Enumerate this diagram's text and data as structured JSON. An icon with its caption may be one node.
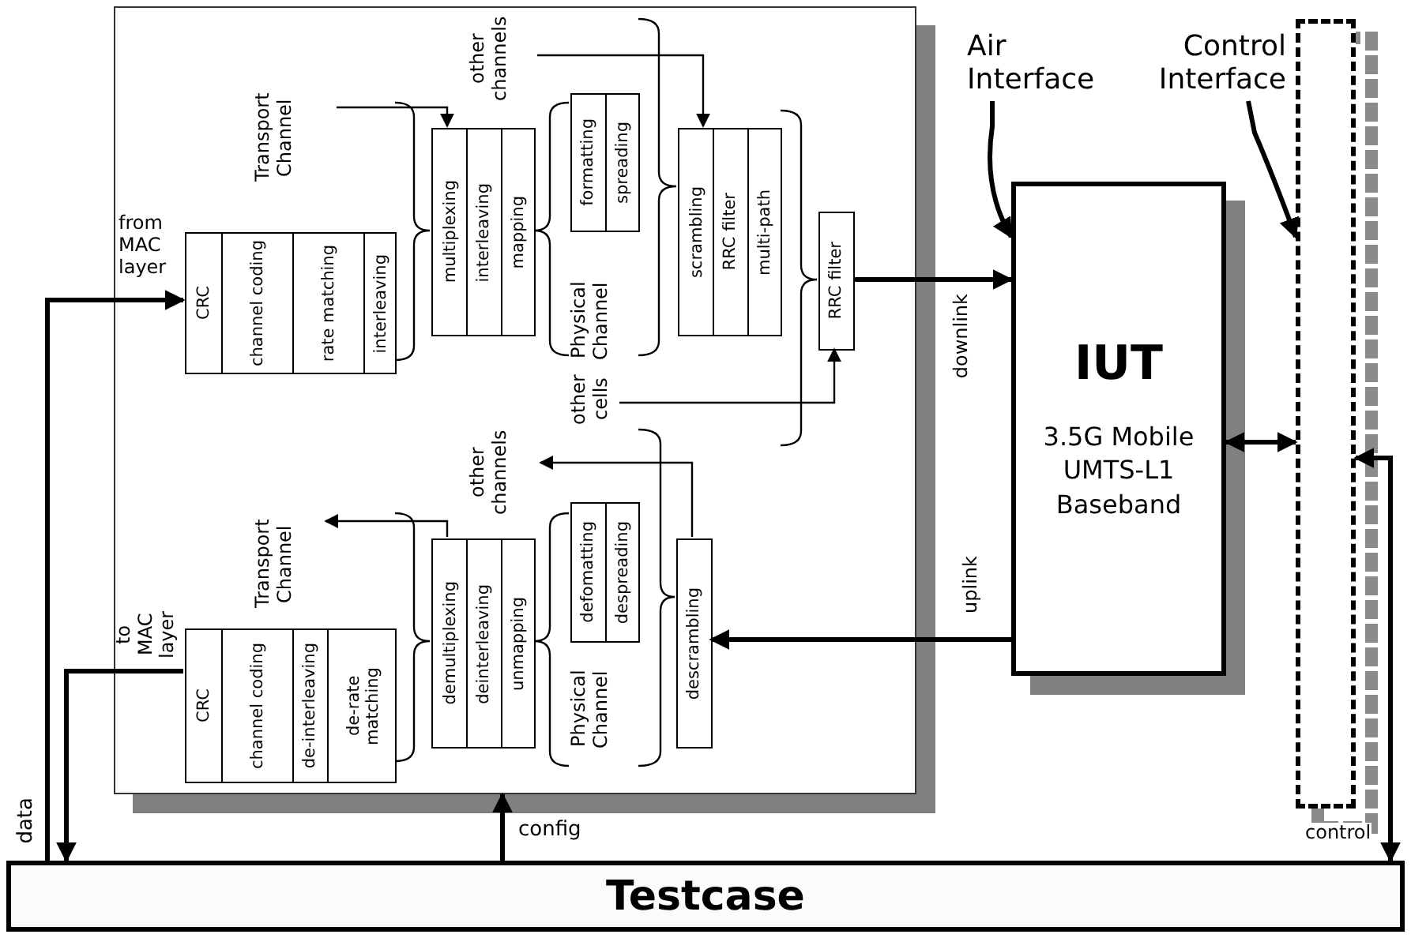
{
  "diagram": {
    "nodes": [
      {
        "text": [],
        "shape": "box"
      },
      {
        "text": [
          "CRC",
          "channel coding",
          "rate matching",
          "interleaving"
        ],
        "in": 0
      },
      {
        "text": [
          "multiplexing",
          "interleaving",
          "mapping"
        ],
        "in": 0
      },
      {
        "text": [
          "formatting",
          "spreading"
        ],
        "in": 0
      },
      {
        "text": [
          "scrambling",
          "RRC filter",
          "multi-path"
        ],
        "in": 0
      },
      {
        "text": [
          "RRC filter"
        ],
        "in": 0
      },
      {
        "text": [
          "descrambling"
        ],
        "in": 0
      },
      {
        "text": [
          "defomatting",
          "despreading"
        ],
        "in": 0
      },
      {
        "text": [
          "demultiplexing",
          "deinterleaving",
          "unmapping"
        ],
        "in": 0
      },
      {
        "text": [
          "CRC",
          "channel coding",
          "de-interleaving",
          "de-rate matching"
        ],
        "in": 0
      },
      {
        "text": [
          "IUT",
          "3.5G Mobile UMTS-L1 Baseband"
        ]
      },
      {
        "text": [],
        "shape": "box"
      },
      {
        "text": [
          "Testcase"
        ]
      },
      {
        "text": [
          "Air Interface"
        ]
      },
      {
        "text": [
          "Control Interface"
        ]
      }
    ],
    "edges": [
      {
        "from": 12,
        "to": 1,
        "arrow": "to",
        "label": "from MAC layer",
        "style": "thick"
      },
      {
        "from": null,
        "to": 2,
        "arrow": "to",
        "label": "Transport Channel"
      },
      {
        "from": 1,
        "to": 2,
        "arrow": "none"
      },
      {
        "from": 2,
        "to": 3,
        "arrow": "none"
      },
      {
        "from": null,
        "to": 4,
        "arrow": "to",
        "label": "other channels"
      },
      {
        "from": 3,
        "to": 4,
        "arrow": "none"
      },
      {
        "from": 4,
        "to": 5,
        "arrow": "none"
      },
      {
        "from": null,
        "to": 5,
        "arrow": "to",
        "label": "other cells"
      },
      {
        "from": 5,
        "to": 10,
        "arrow": "to",
        "label": "downlink",
        "style": "thick"
      },
      {
        "from": 10,
        "to": 6,
        "arrow": "to",
        "label": "uplink",
        "style": "thick"
      },
      {
        "from": 6,
        "to": 7,
        "arrow": "none"
      },
      {
        "from": 6,
        "to": null,
        "arrow": "to",
        "label": "other channels"
      },
      {
        "from": 7,
        "to": 8,
        "arrow": "none"
      },
      {
        "from": 8,
        "to": null,
        "arrow": "to",
        "label": "Transport Channel"
      },
      {
        "from": 8,
        "to": 9,
        "arrow": "none"
      },
      {
        "from": 9,
        "to": 12,
        "arrow": "to",
        "label": "to MAC layer",
        "style": "thick"
      },
      {
        "from": 12,
        "to": 0,
        "arrow": "to",
        "label": "config",
        "style": "thick"
      },
      {
        "from": 10,
        "to": 11,
        "arrow": "both",
        "style": "thick"
      },
      {
        "from": 11,
        "to": 12,
        "arrow": "both",
        "label": "control",
        "style": "thick"
      },
      {
        "from": 13,
        "to": 10,
        "arrow": "to",
        "style": "thick"
      },
      {
        "from": 14,
        "to": 11,
        "arrow": "to",
        "style": "thick"
      }
    ],
    "labels": [
      "Physical Channel",
      "Physical Channel",
      "data"
    ]
  }
}
